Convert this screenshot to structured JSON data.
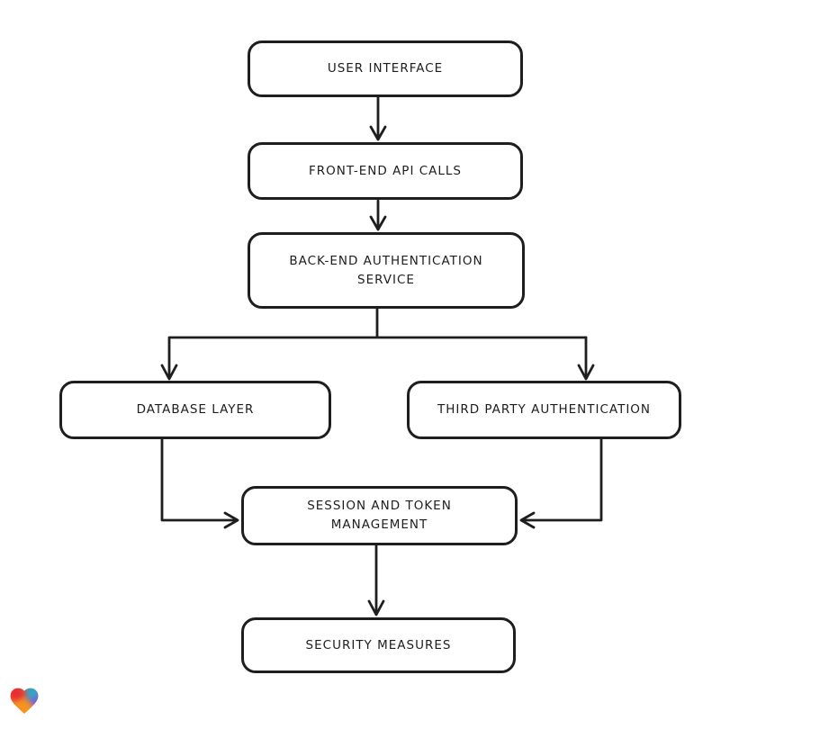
{
  "diagram": {
    "stroke_color": "#1e1e1e",
    "node_fill": "#ffffff",
    "nodes": [
      {
        "id": "user-interface",
        "label": "USER INTERFACE"
      },
      {
        "id": "front-end-api-calls",
        "label": "FRONT-END API CALLS"
      },
      {
        "id": "back-end-authentication-service",
        "label": "BACK-END AUTHENTICATION SERVICE"
      },
      {
        "id": "database-layer",
        "label": "DATABASE LAYER"
      },
      {
        "id": "third-party-authentication",
        "label": "THIRD PARTY AUTHENTICATION"
      },
      {
        "id": "session-and-token-management",
        "label": "SESSION AND TOKEN MANAGEMENT"
      },
      {
        "id": "security-measures",
        "label": "SECURITY MEASURES"
      }
    ],
    "edges": [
      {
        "from": "user-interface",
        "to": "front-end-api-calls"
      },
      {
        "from": "front-end-api-calls",
        "to": "back-end-authentication-service"
      },
      {
        "from": "back-end-authentication-service",
        "to": "database-layer"
      },
      {
        "from": "back-end-authentication-service",
        "to": "third-party-authentication"
      },
      {
        "from": "database-layer",
        "to": "session-and-token-management"
      },
      {
        "from": "third-party-authentication",
        "to": "session-and-token-management"
      },
      {
        "from": "session-and-token-management",
        "to": "security-measures"
      }
    ]
  },
  "branding": {
    "logo": "heart-gradient-logo",
    "logo_colors": [
      "#e93d44",
      "#2fa7c9",
      "#f59321"
    ]
  }
}
